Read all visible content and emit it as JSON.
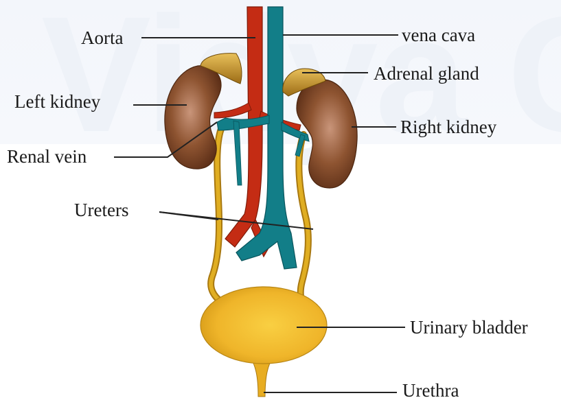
{
  "watermark": {
    "text": "Vidya C"
  },
  "labels": {
    "aorta": "Aorta",
    "vena_cava": "vena cava",
    "adrenal_gland": "Adrenal gland",
    "left_kidney": "Left kidney",
    "right_kidney": "Right kidney",
    "renal_vein": "Renal vein",
    "ureters": "Ureters",
    "urinary_bladder": "Urinary bladder",
    "urethra": "Urethra"
  },
  "colors": {
    "aorta": "#c42c14",
    "vena_cava": "#127e88",
    "kidney": "#8a4e2a",
    "adrenal": "#c99a2a",
    "ureter": "#d7a41a",
    "bladder": "#f0b82a",
    "leader_line": "#222222"
  }
}
